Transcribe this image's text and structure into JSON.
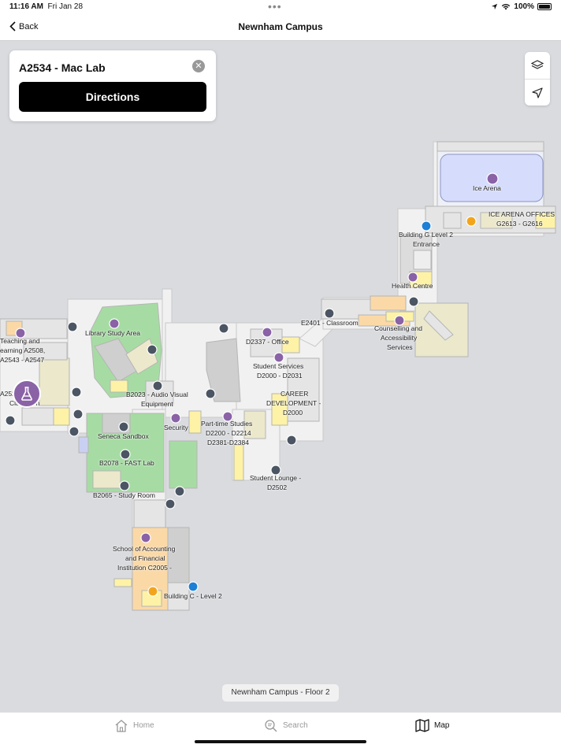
{
  "status_bar": {
    "time": "11:16 AM",
    "date": "Fri Jan 28",
    "battery": "100%"
  },
  "nav": {
    "back_label": "Back",
    "title": "Newnham Campus"
  },
  "search_card": {
    "room": "A2534 - Mac Lab",
    "directions_label": "Directions"
  },
  "map_labels": {
    "ice_arena": "Ice Arena",
    "ice_arena_offices": "ICE ARENA OFFICES",
    "g_range": "G2613 - G2616",
    "building_g": "Building G Level 2",
    "entrance": "Entrance",
    "health_centre": "Health Centre",
    "e2401": "E2401 - Classroom",
    "counselling_1": "Counselling and",
    "counselling_2": "Accessibility",
    "counselling_3": "Services",
    "teaching_1": "Teaching and",
    "teaching_2": "earning A2508,",
    "teaching_3": "A2543 - A2547",
    "library": "Library Study Area",
    "d2337": "D2337 - Office",
    "student_services_1": "Student Services",
    "student_services_2": "D2000 - D2031",
    "career_1": "CAREER",
    "career_2": "DEVELOPMENT -",
    "career_3": "D2000",
    "b2023_1": "B2023 - Audio Visual",
    "b2023_2": "Equipment",
    "electronic_1": "A252 ... onic",
    "electronic_2": "Clas... om",
    "security": "Security",
    "part_time_1": "Part-time Studies",
    "part_time_2": "D2200 - D2214",
    "part_time_3": "D2381-D2384",
    "seneca_sandbox": "Seneca Sandbox",
    "b2078": "B2078 - FAST Lab",
    "b2065": "B2065 - Study Room",
    "student_lounge_1": "Student Lounge -",
    "student_lounge_2": "D2502",
    "accounting_1": "School of Accounting",
    "accounting_2": "and Financial",
    "accounting_3": "Institution C2005 -",
    "building_c": "Building C - Level 2"
  },
  "floor_selector": {
    "label": "Newnham Campus - Floor 2"
  },
  "tabs": [
    {
      "label": "Home",
      "icon": "home-icon"
    },
    {
      "label": "Search",
      "icon": "search-icon"
    },
    {
      "label": "Map",
      "icon": "map-icon"
    }
  ],
  "colors": {
    "accent": "#000000",
    "poi_purple": "#8a62a6",
    "stairs_slate": "#4b5563",
    "elevator_blue": "#1d7fd6",
    "amenity_orange": "#f2a51c",
    "ice": "#d6dcfb",
    "green_space": "#a6dca3",
    "classroom_beige": "#ece8cc",
    "orange_rooms": "#fbd9a6",
    "yellow_rooms": "#fdf2a6"
  }
}
